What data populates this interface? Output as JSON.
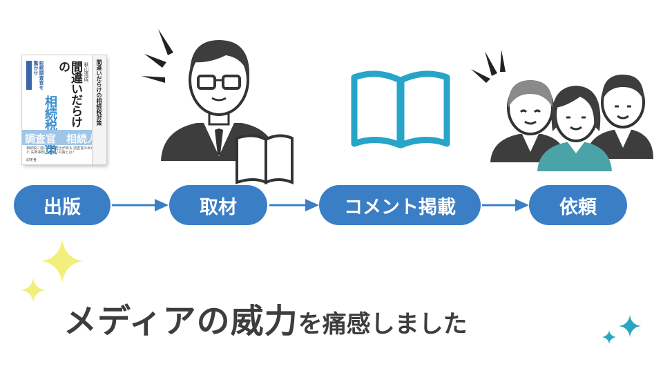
{
  "steps": [
    {
      "label": "出版"
    },
    {
      "label": "取材"
    },
    {
      "label": "コメント掲載"
    },
    {
      "label": "依頼"
    }
  ],
  "book": {
    "tagline": "税務調査官を驚かせ",
    "title_main": "間違いだらけの",
    "title_sub": "相続税対策",
    "author": "秋山清成 著",
    "band_text": "調査官　相続人",
    "spine_text": "間違いだらけの相続税対策",
    "blurb": "相続税に強い～ 税理士が知る 調査官の目から 見た 失敗事例。正しい対策とは？",
    "publisher": "幻冬舎"
  },
  "message": {
    "main": "メディアの威力",
    "rest": "を痛感しました"
  },
  "colors": {
    "pill": "#3a7ec6",
    "arrow": "#3a7ec6",
    "book_icon": "#27a5c8",
    "star_yellow": "#f1f07a",
    "star_teal": "#29a7c2",
    "text": "#3d3d3d"
  }
}
